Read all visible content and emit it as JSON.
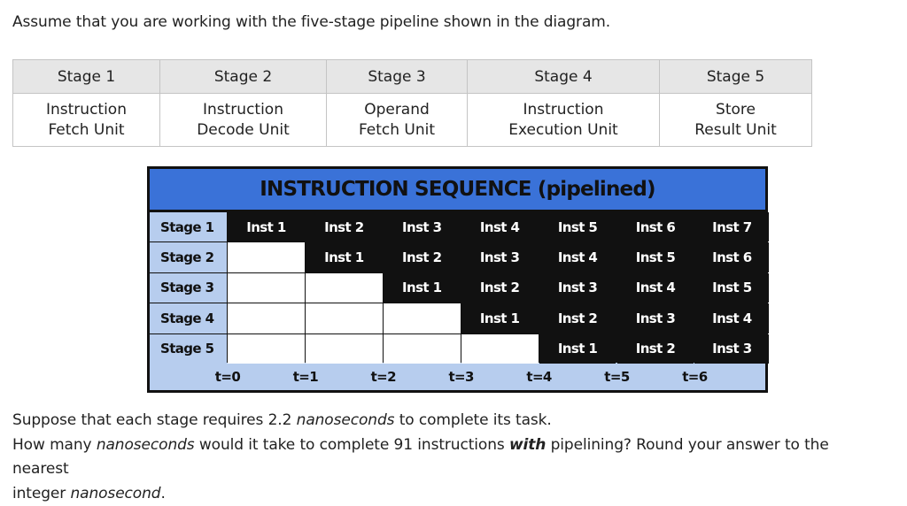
{
  "intro": "Assume that you are working with the five-stage pipeline shown in the diagram.",
  "stages_table": {
    "headers": [
      "Stage 1",
      "Stage 2",
      "Stage 3",
      "Stage 4",
      "Stage 5"
    ],
    "units": [
      [
        "Instruction",
        "Fetch Unit"
      ],
      [
        "Instruction",
        "Decode Unit"
      ],
      [
        "Operand",
        "Fetch Unit"
      ],
      [
        "Instruction",
        "Execution Unit"
      ],
      [
        "Store",
        "Result Unit"
      ]
    ]
  },
  "pipeline": {
    "title": "INSTRUCTION SEQUENCE (pipelined)",
    "row_labels": [
      "Stage 1",
      "Stage 2",
      "Stage 3",
      "Stage 4",
      "Stage 5"
    ],
    "rows": [
      [
        "Inst 1",
        "Inst 2",
        "Inst 3",
        "Inst 4",
        "Inst 5",
        "Inst 6",
        "Inst 7"
      ],
      [
        "",
        "Inst 1",
        "Inst 2",
        "Inst 3",
        "Inst 4",
        "Inst 5",
        "Inst 6"
      ],
      [
        "",
        "",
        "Inst 1",
        "Inst 2",
        "Inst 3",
        "Inst 4",
        "Inst 5"
      ],
      [
        "",
        "",
        "",
        "Inst 1",
        "Inst 2",
        "Inst 3",
        "Inst 4"
      ],
      [
        "",
        "",
        "",
        "",
        "Inst 1",
        "Inst 2",
        "Inst 3"
      ]
    ],
    "time_labels": [
      "t=0",
      "t=1",
      "t=2",
      "t=3",
      "t=4",
      "t=5",
      "t=6"
    ],
    "colors": {
      "title_bg": "#3a72d8",
      "label_bg": "#b7cdee",
      "cell_bg": "#111111",
      "empty_bg": "#ffffff"
    }
  },
  "question": {
    "line1_a": "Suppose that each stage requires 2.2 ",
    "line1_em": "nanoseconds",
    "line1_b": " to complete its task.",
    "line2_a": "How many ",
    "line2_em": "nanoseconds",
    "line2_b": " would it take to complete 91 instructions ",
    "line2_strong": "with",
    "line2_c": " pipelining? Round your answer to the nearest",
    "line3_a": "integer ",
    "line3_em": "nanosecond",
    "line3_b": "."
  }
}
